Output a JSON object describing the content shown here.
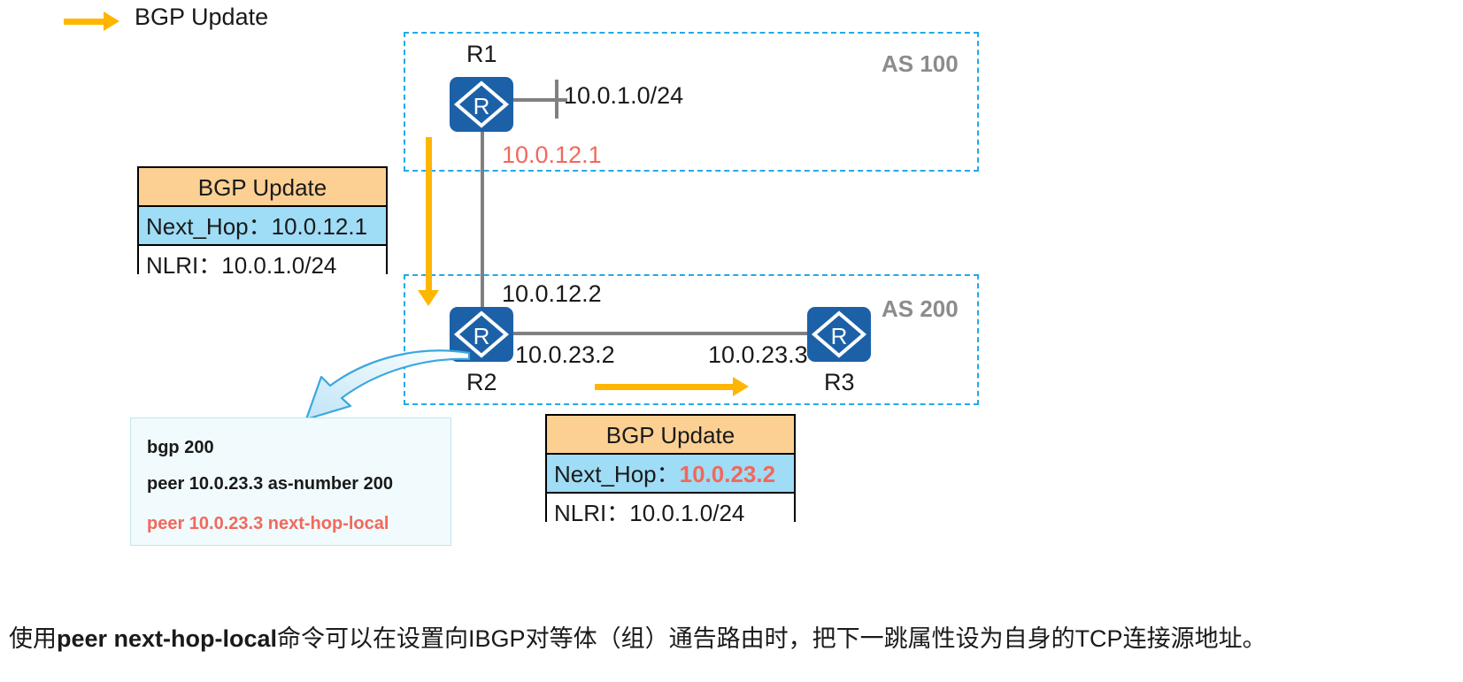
{
  "legend": {
    "label": "BGP Update",
    "arrow_color": "#ffb600"
  },
  "as_zones": [
    {
      "name": "AS 100",
      "label_color": "#8c8c8c"
    },
    {
      "name": "AS 200",
      "label_color": "#8c8c8c"
    }
  ],
  "routers": [
    {
      "id": "r1",
      "label": "R1",
      "icon": "router-icon",
      "color": "#1c61a8"
    },
    {
      "id": "r2",
      "label": "R2",
      "icon": "router-icon",
      "color": "#1c61a8"
    },
    {
      "id": "r3",
      "label": "R3",
      "icon": "router-icon",
      "color": "#1c61a8"
    }
  ],
  "network_labels": {
    "lan_r1": "10.0.1.0/24",
    "r1_int": "10.0.12.1",
    "r2_int_up": "10.0.12.2",
    "r2_int_right": "10.0.23.2",
    "r3_int_left": "10.0.23.3"
  },
  "colors": {
    "red": "#f2685c",
    "amber": "#ffb600",
    "table_header": "#fcd093",
    "table_nexthop": "#9fdcf5",
    "dashed_border": "#25a8e8",
    "router_blue": "#1c61a8",
    "as_label_gray": "#8c8c8c"
  },
  "bgp_tables": [
    {
      "title": "BGP Update",
      "nexthop_label": "Next_Hop：",
      "nexthop_value": "10.0.12.1",
      "nexthop_highlighted": false,
      "nlri_label": "NLRI：",
      "nlri_value": "10.0.1.0/24"
    },
    {
      "title": "BGP Update",
      "nexthop_label": "Next_Hop：",
      "nexthop_value": "10.0.23.2",
      "nexthop_highlighted": true,
      "nlri_label": "NLRI：",
      "nlri_value": "10.0.1.0/24"
    }
  ],
  "config_box": {
    "lines": [
      "bgp 200",
      "peer 10.0.23.3 as-number 200",
      "peer 10.0.23.3 next-hop-local"
    ],
    "highlight_line_index": 2
  },
  "caption": {
    "prefix": "使用",
    "command": "peer next-hop-local",
    "suffix": "命令可以在设置向IBGP对等体（组）通告路由时，把下一跳属性设为自身的TCP连接源地址。"
  }
}
